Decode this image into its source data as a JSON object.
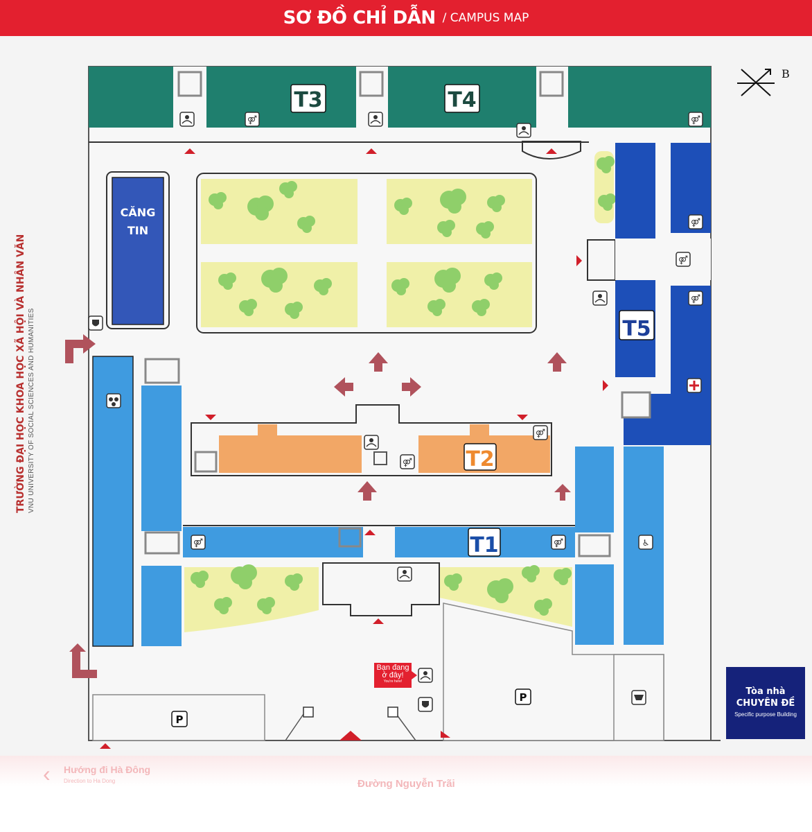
{
  "header": {
    "title_vn": "SƠ ĐỒ CHỈ DẪN",
    "title_en": "/ CAMPUS MAP"
  },
  "university": {
    "name_vn": "TRƯỜNG ĐẠI HỌC KHOA HỌC XÃ HỘI VÀ NHÂN VĂN",
    "name_en": "VNU UNIVERSITY OF SOCIAL SCIENCES AND HUMANITIES"
  },
  "compass": {
    "label": "B"
  },
  "buildings": {
    "t1": "T1",
    "t2": "T2",
    "t3": "T3",
    "t4": "T4",
    "t5": "T5",
    "canteen_line1": "CĂNG",
    "canteen_line2": "TIN"
  },
  "special_building": {
    "line1": "Tòa nhà",
    "line2": "CHUYÊN ĐỀ",
    "line3": "Specific purpose Building"
  },
  "you_are_here": {
    "vn_line1": "Bạn đang",
    "vn_line2": "ở đây!",
    "en": "You're here!"
  },
  "parking": {
    "label": "P"
  },
  "footer": {
    "direction": "Hướng đi Hà Đông",
    "direction_en": "Direction to Ha Dong",
    "road": "Đường Nguyễn Trãi"
  },
  "colors": {
    "header_red": "#e3202f",
    "teal": "#1f7f6e",
    "light_blue": "#3f9be0",
    "dark_blue": "#1d4fb8",
    "orange": "#f2a766",
    "lawn": "#f0f0a8",
    "tree": "#8fcf6a",
    "canteen": "#3357b8",
    "special": "#15227a"
  },
  "icons": [
    "people-icon",
    "restroom-icon",
    "shield-icon",
    "first-aid-icon",
    "shop-icon",
    "accessible-icon",
    "community-icon"
  ]
}
